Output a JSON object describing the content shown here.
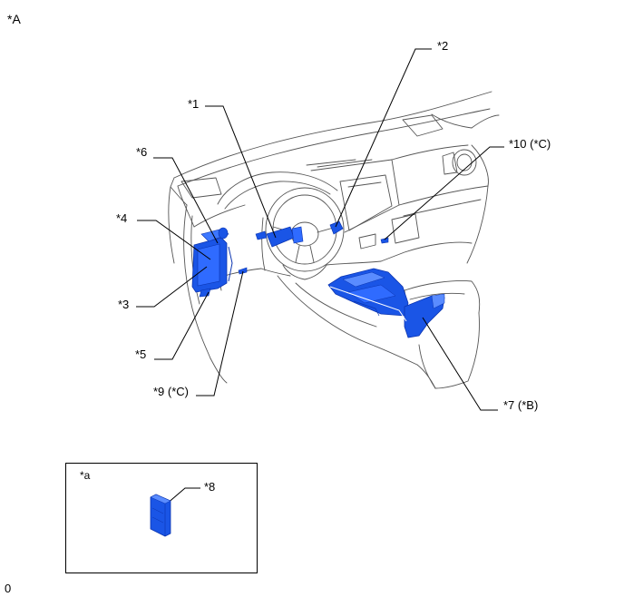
{
  "view_label": "*A",
  "footer_code": "0",
  "callouts": {
    "c1": "*1",
    "c2": "*2",
    "c3": "*3",
    "c4": "*4",
    "c5": "*5",
    "c6": "*6",
    "c7": "*7 (*B)",
    "c8": "*8",
    "c9": "*9 (*C)",
    "c10": "*10 (*C)"
  },
  "inset": {
    "label": "*a"
  },
  "colors": {
    "part_fill": "#1a55e6",
    "part_dark": "#0b34b0",
    "part_light": "#5a8cff",
    "outline": "#555555",
    "leader": "#000000"
  }
}
